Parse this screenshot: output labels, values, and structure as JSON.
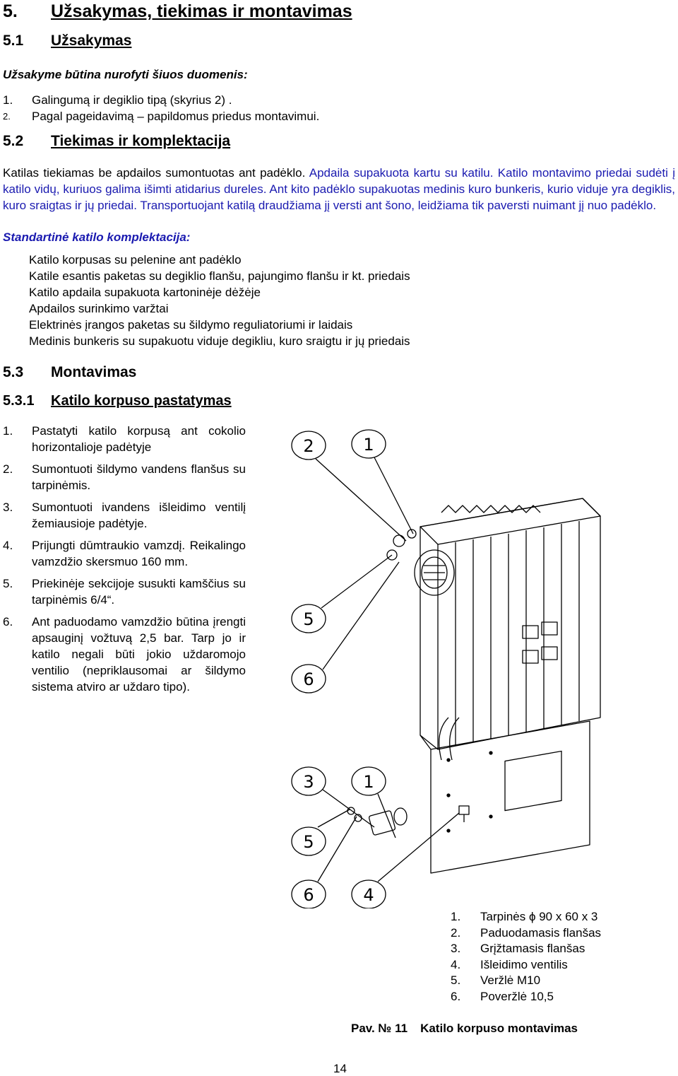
{
  "section5": {
    "number": "5.",
    "title": "Užsakymas, tiekimas ir montavimas"
  },
  "section51": {
    "number": "5.1",
    "title": "Užsakymas"
  },
  "order": {
    "intro": "Užsakyme būtina nurofyti šiuos duomenis:",
    "items": [
      {
        "num": "1.",
        "text": "Galingumą ir degiklio tipą (skyrius 2) ."
      },
      {
        "num": "2.",
        "text": "Pagal pageidavimą – papildomus priedus montavimui."
      }
    ]
  },
  "section52": {
    "number": "5.2",
    "title": "Tiekimas ir komplektacija"
  },
  "delivery": {
    "p1_black": "Katilas tiekiamas be apdailos sumontuotas ant padėklo.",
    "p1_blue1": " Apdaila supakuota kartu su katilu.",
    "p1_blue2": " Katilo montavimo priedai sudėti į katilo vidų, kuriuos galima išimti atidarius dureles.",
    "p1_blue3": " Ant kito padėklo supakuotas medinis kuro bunkeris, kurio viduje yra degiklis, kuro sraigtas ir jų priedai.",
    "p1_blue4": " Transportuojant katilą draudžiama jį versti ant šono, leidžiama tik paversti nuimant jį nuo padėklo.",
    "standard_title": "Standartinė katilo komplektacija:",
    "standard_items": [
      "Katilo korpusas su pelenine ant padėklo",
      "Katile esantis paketas su degiklio flanšu, pajungimo flanšu ir kt. priedais",
      "Katilo apdaila supakuota kartoninėje dėžėje",
      "Apdailos surinkimo varžtai",
      "Elektrinės įrangos paketas su šildymo reguliatoriumi ir laidais",
      "Medinis bunkeris su supakuotu viduje degikliu, kuro sraigtu ir jų priedais"
    ]
  },
  "section53": {
    "number": "5.3",
    "title": "Montavimas"
  },
  "section531": {
    "number": "5.3.1",
    "title": "Katilo korpuso pastatymas"
  },
  "steps": [
    {
      "num": "1.",
      "text": "Pastatyti katilo korpusą ant cokolio horizontalioje padėtyje"
    },
    {
      "num": "2.",
      "text": "Sumontuoti šildymo vandens flanšus su tarpinėmis."
    },
    {
      "num": "3.",
      "text": "Sumontuoti ivandens išleidimo ventilį žemiausioje padėtyje."
    },
    {
      "num": "4.",
      "text": "Prijungti dūmtraukio vamzdį. Reikalingo vamzdžio skersmuo 160 mm."
    },
    {
      "num": "5.",
      "text": "Priekinėje sekcijoje susukti kamščius su tarpinėmis 6/4“."
    },
    {
      "num": "6.",
      "text": "Ant paduodamo vamzdžio būtina įrengti apsauginį vožtuvą 2,5 bar. Tarp jo ir katilo negali būti jokio uždaromojo ventilio (nepriklausomai ar šildymo sistema atviro ar uždaro tipo)."
    }
  ],
  "figure": {
    "callouts": [
      "2",
      "1",
      "5",
      "6",
      "3",
      "1",
      "5",
      "6",
      "4"
    ],
    "legend": [
      {
        "num": "1.",
        "text": "Tarpinės ϕ 90 x 60 x 3"
      },
      {
        "num": "2.",
        "text": "Paduodamasis flanšas"
      },
      {
        "num": "3.",
        "text": "Grįžtamasis flanšas"
      },
      {
        "num": "4.",
        "text": "Išleidimo ventilis"
      },
      {
        "num": "5.",
        "text": "Veržlė M10"
      },
      {
        "num": "6.",
        "text": "Poveržlė 10,5"
      }
    ],
    "caption_label": "Pav. № 11",
    "caption_title": "Katilo korpuso montavimas"
  },
  "page_number": "14"
}
